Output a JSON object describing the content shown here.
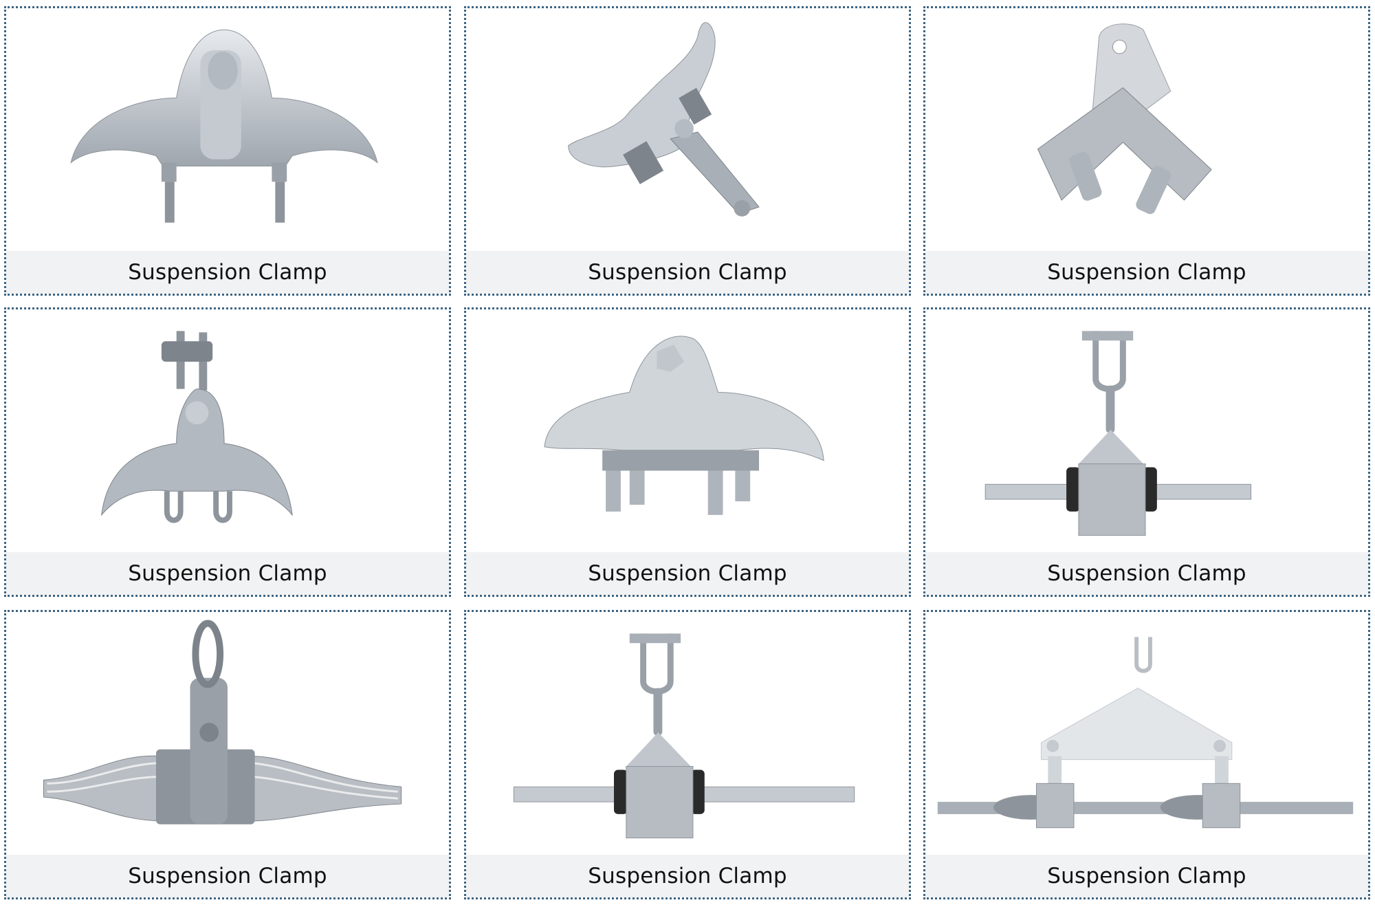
{
  "gallery": {
    "items": [
      {
        "caption": "Suspension Clamp",
        "image": "suspension-clamp-saddle-u-bolt"
      },
      {
        "caption": "Suspension Clamp",
        "image": "suspension-clamp-angled-clevis"
      },
      {
        "caption": "Suspension Clamp",
        "image": "suspension-clamp-corner-bracket"
      },
      {
        "caption": "Suspension Clamp",
        "image": "suspension-clamp-clevis-saddle"
      },
      {
        "caption": "Suspension Clamp",
        "image": "suspension-clamp-four-bolt"
      },
      {
        "caption": "Suspension Clamp",
        "image": "suspension-clamp-cable-shackle"
      },
      {
        "caption": "Suspension Clamp",
        "image": "suspension-clamp-preformed-rods"
      },
      {
        "caption": "Suspension Clamp",
        "image": "suspension-clamp-cable-shackle-2"
      },
      {
        "caption": "Suspension Clamp",
        "image": "suspension-clamp-double-yoke"
      }
    ]
  },
  "colors": {
    "border": "#3c6482",
    "caption_bg": "#f1f2f3",
    "caption_text": "#111111",
    "metal_light": "#d9dde2",
    "metal_mid": "#aeb4bb",
    "metal_dark": "#7d838a",
    "rubber": "#2a2a2a"
  }
}
